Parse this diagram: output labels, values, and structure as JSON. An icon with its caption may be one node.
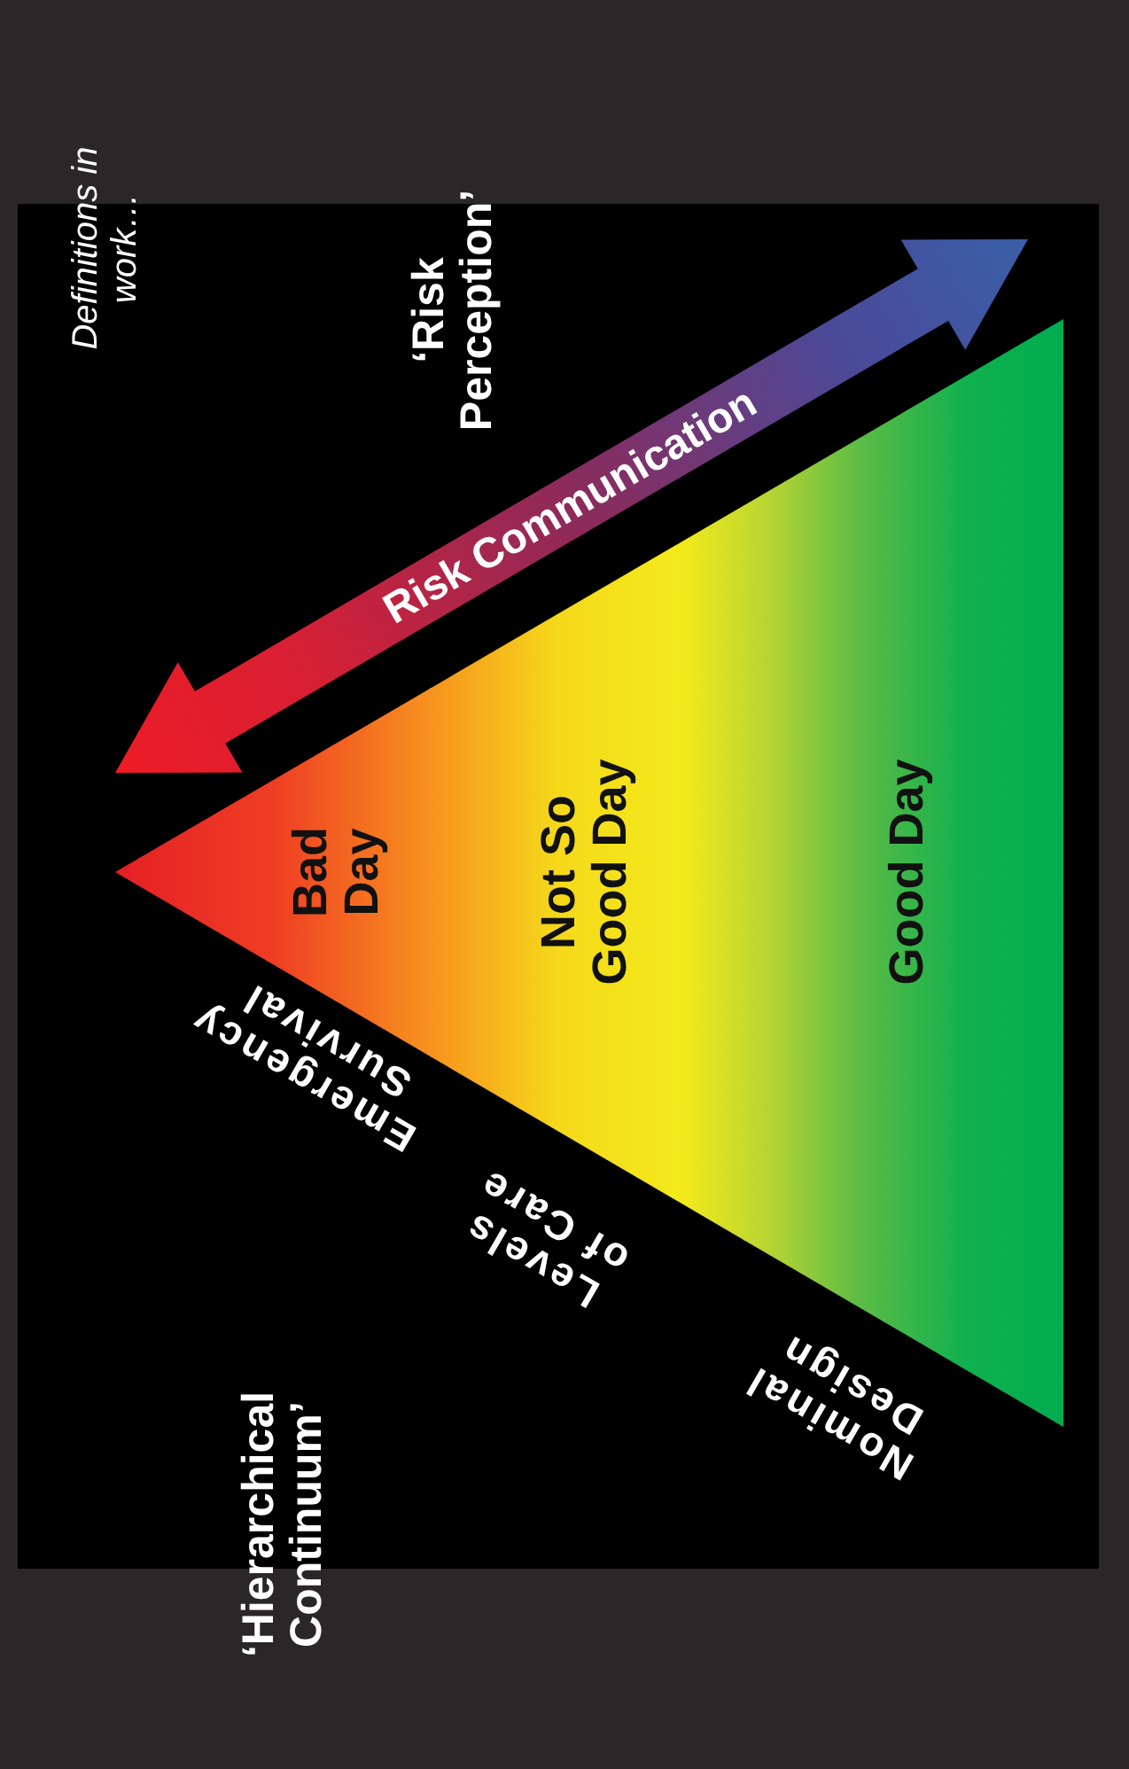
{
  "diagram": {
    "nodes": [
      {
        "text": [
          "Bad Day"
        ]
      },
      {
        "text": [
          "Not So Good Day"
        ]
      },
      {
        "text": [
          "Good Day"
        ]
      }
    ],
    "labels": [
      "Definitions in work…",
      "‘Risk Perception’",
      "Risk Communication",
      "Emergency Survival",
      "Levels of Care",
      "Nominal Design",
      "‘Hierarchical Continuum’"
    ]
  }
}
